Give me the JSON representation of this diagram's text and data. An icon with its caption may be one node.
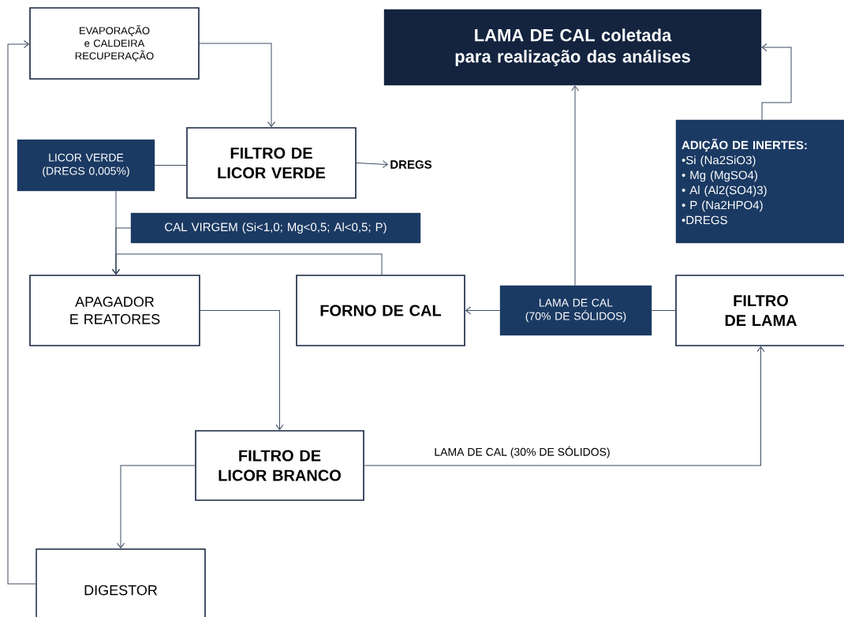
{
  "diagram": {
    "nodes": [
      {
        "text": [
          "EVAPORAÇÃO e CALDEIRA RECUPERAÇÃO"
        ]
      },
      {
        "text": [
          "LAMA DE CAL coletada para realização das análises"
        ]
      },
      {
        "text": [
          "LICOR VERDE (DREGS 0,005%)"
        ]
      },
      {
        "text": [
          "FILTRO DE LICOR VERDE"
        ]
      },
      {
        "text": [
          "DREGS"
        ]
      },
      {
        "text": [
          "ADIÇÃO DE INERTES:",
          "•Si (Na2SiO3)",
          "• Mg (MgSO4)",
          "• Al (Al2(SO4)3)",
          "• P (Na2HPO4)",
          "•DREGS"
        ]
      },
      {
        "text": [
          "CAL VIRGEM (Si<1,0; Mg<0,5; Al<0,5; P)"
        ]
      },
      {
        "text": [
          "APAGADOR E REATORES"
        ]
      },
      {
        "text": [
          "FORNO DE CAL"
        ]
      },
      {
        "text": [
          "LAMA DE CAL (70% DE SÓLIDOS)"
        ]
      },
      {
        "text": [
          "FILTRO DE LAMA"
        ]
      },
      {
        "text": [
          "FILTRO DE LICOR BRANCO"
        ]
      },
      {
        "text": [
          "DIGESTOR"
        ]
      }
    ],
    "edges": [
      {
        "from": 0,
        "to": 3,
        "arrow": "to"
      },
      {
        "from": 2,
        "to": 3,
        "arrow": "none"
      },
      {
        "from": 3,
        "to": 4,
        "arrow": "to"
      },
      {
        "from": 2,
        "to": 7,
        "arrow": "to"
      },
      {
        "from": 6,
        "to": 7,
        "arrow": "to"
      },
      {
        "from": 8,
        "to": 7,
        "arrow": "to"
      },
      {
        "from": 7,
        "to": 11,
        "arrow": "to"
      },
      {
        "from": 11,
        "to": 12,
        "arrow": "to"
      },
      {
        "from": 11,
        "to": 10,
        "arrow": "to",
        "label": "LAMA DE CAL (30% DE SÓLIDOS)"
      },
      {
        "from": 10,
        "to": 9,
        "arrow": "none"
      },
      {
        "from": 9,
        "to": 8,
        "arrow": "to"
      },
      {
        "from": 9,
        "to": 1,
        "arrow": "to"
      },
      {
        "from": 5,
        "to": 1,
        "arrow": "to"
      },
      {
        "from": 12,
        "to": 0,
        "arrow": "to"
      }
    ]
  }
}
